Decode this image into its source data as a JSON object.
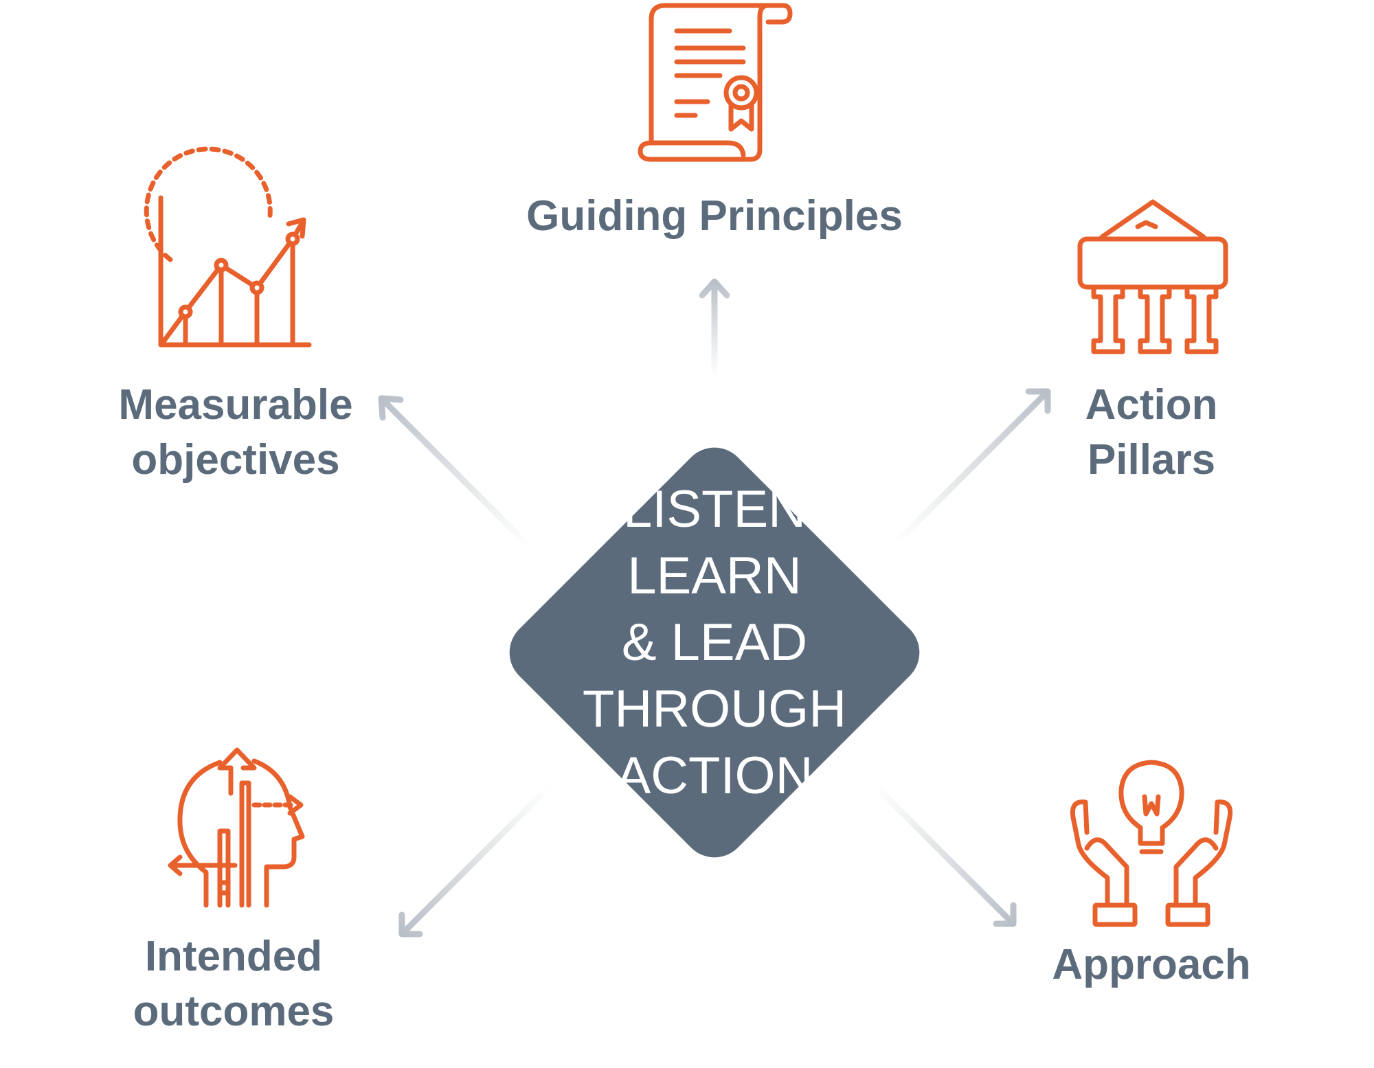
{
  "center": {
    "lines": [
      "LISTEN",
      "LEARN",
      "& LEAD",
      "THROUGH",
      "ACTION"
    ],
    "color": "#5b6b7c"
  },
  "nodes": {
    "guiding": {
      "label": "Guiding Principles",
      "icon": "certificate-scroll-icon"
    },
    "measurable": {
      "line1": "Measurable",
      "line2": "objectives",
      "icon": "growth-chart-icon"
    },
    "action": {
      "line1": "Action",
      "line2": "Pillars",
      "icon": "pillars-building-icon"
    },
    "intended": {
      "line1": "Intended",
      "line2": "outcomes",
      "icon": "head-arrows-icon"
    },
    "approach": {
      "label": "Approach",
      "icon": "hands-lightbulb-icon"
    }
  },
  "colors": {
    "accent": "#e8602c",
    "text": "#5b6b7c",
    "arrow": "#c2c8cf"
  }
}
